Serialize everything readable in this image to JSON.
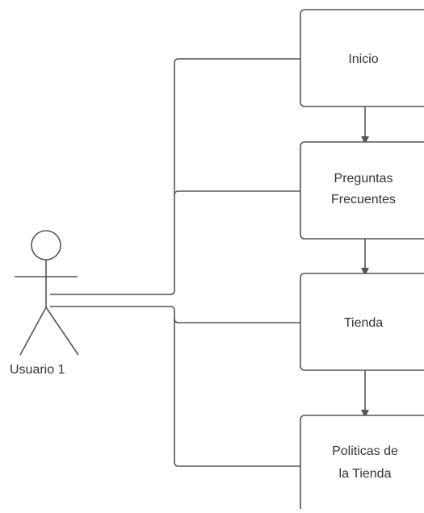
{
  "actor": {
    "label": "Usuario 1"
  },
  "nodes": [
    {
      "id": "inicio",
      "lines": [
        "Inicio"
      ]
    },
    {
      "id": "preguntas",
      "lines": [
        "Preguntas",
        "Frecuentes"
      ]
    },
    {
      "id": "tienda",
      "lines": [
        "Tienda"
      ]
    },
    {
      "id": "politicas",
      "lines": [
        "Politicas de",
        "la Tienda"
      ]
    }
  ],
  "colors": {
    "stroke": "#555555",
    "text": "#333333",
    "background": "#ffffff"
  }
}
